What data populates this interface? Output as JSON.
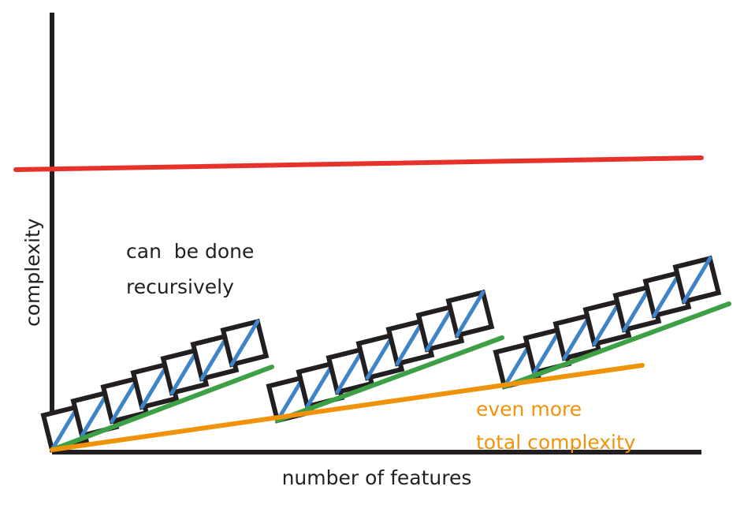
{
  "chart_data": {
    "type": "line",
    "title": "",
    "xlabel": "number of features",
    "ylabel": "complexity",
    "grid": false,
    "legend_position": "none",
    "axes": {
      "x_axis": {
        "label": "number of features",
        "from": [
          66,
          573
        ],
        "to": [
          890,
          573
        ]
      },
      "y_axis": {
        "label": "complexity",
        "from": [
          66,
          16
        ],
        "to": [
          66,
          573
        ]
      }
    },
    "annotations": [
      {
        "name": "recursion-note",
        "line1": "can  be done",
        "line2": "recursively",
        "x": 160,
        "y": 327,
        "color": "#231f20"
      },
      {
        "name": "total-complexity-callout",
        "line1": "even more",
        "line2": "total complexity",
        "x": 604,
        "y": 527,
        "color": "#f0930a"
      }
    ],
    "series": [
      {
        "name": "flat complexity ceiling",
        "role": "red-ceiling-line",
        "color": "#e7322b",
        "type": "line",
        "points": [
          [
            20,
            215
          ],
          [
            890,
            200
          ]
        ],
        "width": 6
      },
      {
        "name": "total complexity",
        "role": "orange-total-line",
        "color": "#f0930a",
        "type": "line",
        "points": [
          [
            66,
            570
          ],
          [
            815,
            463
          ]
        ],
        "width": 6
      },
      {
        "name": "per-group complexity",
        "role": "green-group-lines",
        "color": "#3da045",
        "type": "segments",
        "segments": [
          [
            [
              66,
              570
            ],
            [
              345,
              465
            ]
          ],
          [
            [
              352,
              533
            ],
            [
              637,
              428
            ]
          ],
          [
            [
              640,
              490
            ],
            [
              925,
              385
            ]
          ]
        ],
        "width": 6
      },
      {
        "name": "per-box complexity",
        "role": "blue-box-diagonals",
        "color": "#3d85c8",
        "type": "segments",
        "width": 5
      }
    ],
    "groups": [
      {
        "name": "group-1",
        "origin": [
          66,
          570
        ],
        "boxes": 7
      },
      {
        "name": "group-2",
        "origin": [
          352,
          533
        ],
        "boxes": 7
      },
      {
        "name": "group-3",
        "origin": [
          640,
          490
        ],
        "boxes": 7
      }
    ],
    "box_style": {
      "size": 45,
      "rotation_deg": -14,
      "step_x": 38,
      "step_y": -18,
      "stroke": "#231f20",
      "stroke_width": 6,
      "fill": "#ffffff"
    },
    "colors": {
      "red": "#e7322b",
      "orange": "#f0930a",
      "green": "#3da045",
      "blue": "#3d85c8",
      "black": "#231f20",
      "background": "#ffffff"
    }
  }
}
